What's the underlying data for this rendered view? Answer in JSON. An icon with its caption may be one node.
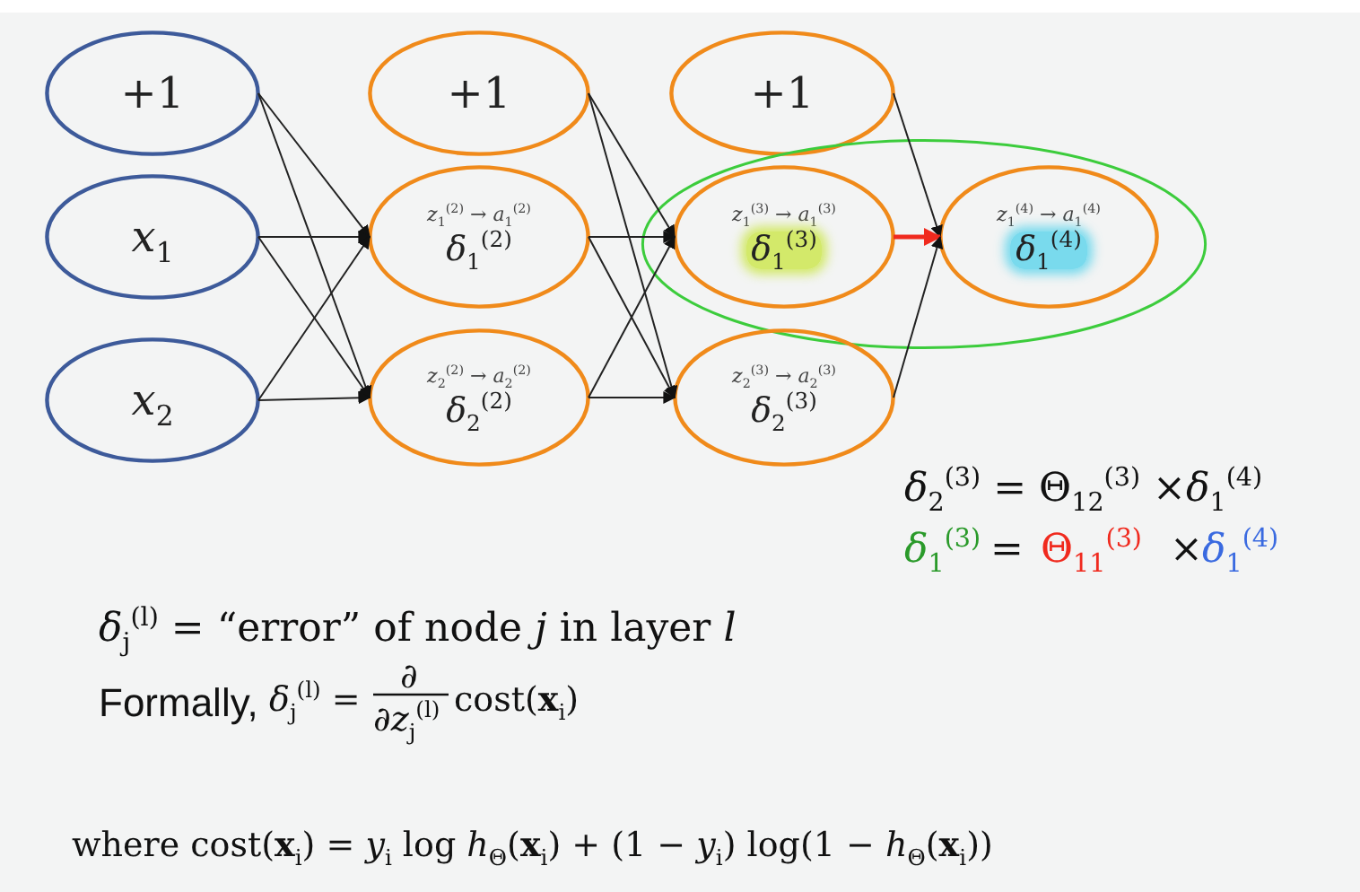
{
  "diagram": {
    "nodes": [
      {
        "text": [
          "+1"
        ]
      },
      {
        "text": [
          "*x*$_{1}$"
        ]
      },
      {
        "text": [
          "*x*$_{2}$"
        ]
      },
      {
        "text": [
          "+1"
        ]
      },
      {
        "text": [
          "*z*$_{1}$$^{(2)}$ → *a*$_{1}$$^{(2)}$",
          "*δ*$_{1}$$^{(2)}$"
        ]
      },
      {
        "text": [
          "*z*$_{2}$$^{(2)}$ → *a*$_{2}$$^{(2)}$",
          "*δ*$_{2}$$^{(2)}$"
        ]
      },
      {
        "text": [
          "+1"
        ]
      },
      {
        "text": [],
        "shape": "ellipse"
      },
      {
        "text": [
          "*z*$_{1}$$^{(3)}$ → *a*$_{1}$$^{(3)}$",
          "*δ*$_{1}$$^{(3)}$"
        ],
        "in": 7
      },
      {
        "text": [
          "*z*$_{2}$$^{(3)}$ → *a*$_{2}$$^{(3)}$",
          "*δ*$_{2}$$^{(3)}$"
        ]
      },
      {
        "text": [
          "*z*$_{1}$$^{(4)}$ → *a*$_{1}$$^{(4)}$",
          "*δ*$_{1}$$^{(4)}$"
        ],
        "in": 7
      }
    ],
    "edges": [
      {
        "from": 0,
        "to": 4,
        "arrow": "to"
      },
      {
        "from": 0,
        "to": 5,
        "arrow": "to"
      },
      {
        "from": 1,
        "to": 4,
        "arrow": "to"
      },
      {
        "from": 1,
        "to": 5,
        "arrow": "to"
      },
      {
        "from": 2,
        "to": 4,
        "arrow": "to"
      },
      {
        "from": 2,
        "to": 5,
        "arrow": "to"
      },
      {
        "from": 3,
        "to": 8,
        "arrow": "to"
      },
      {
        "from": 3,
        "to": 9,
        "arrow": "to"
      },
      {
        "from": 4,
        "to": 8,
        "arrow": "to"
      },
      {
        "from": 4,
        "to": 9,
        "arrow": "to"
      },
      {
        "from": 5,
        "to": 8,
        "arrow": "to"
      },
      {
        "from": 5,
        "to": 9,
        "arrow": "to"
      },
      {
        "from": 6,
        "to": 10,
        "arrow": "to"
      },
      {
        "from": 8,
        "to": 10,
        "arrow": "to",
        "style": "thick",
        "color": "#f02a1e"
      },
      {
        "from": 9,
        "to": 10,
        "arrow": "to"
      }
    ],
    "labels": [
      "*δ*$_{2}$$^{(3)}$ = Θ$_{12}$$^{(3)}$ ×*δ*$_{1}$$^{(4)}$",
      "*δ*$_{1}$$^{(3)}$",
      "=",
      "Θ$_{11}$$^{(3)}$",
      "×",
      "*δ*$_{1}$$^{(4)}$",
      "*δ*$_{j}$$^{(l)}$ = “error” of node *j* in layer *l*",
      "Formally,",
      "*δ*$_{j}$$^{(l)}$ =",
      "∂",
      "∂*z*$_{j}$$^{(l)}$",
      "cost(**x**$_{i}$)",
      "where cost(**x**$_{i}$) = *y*$_{i}$ log *h*$_{Θ}$(**x**$_{i}$) + (1 − *y*$_{i}$) log(1 − *h*$_{Θ}$(**x**$_{i}$))"
    ]
  }
}
